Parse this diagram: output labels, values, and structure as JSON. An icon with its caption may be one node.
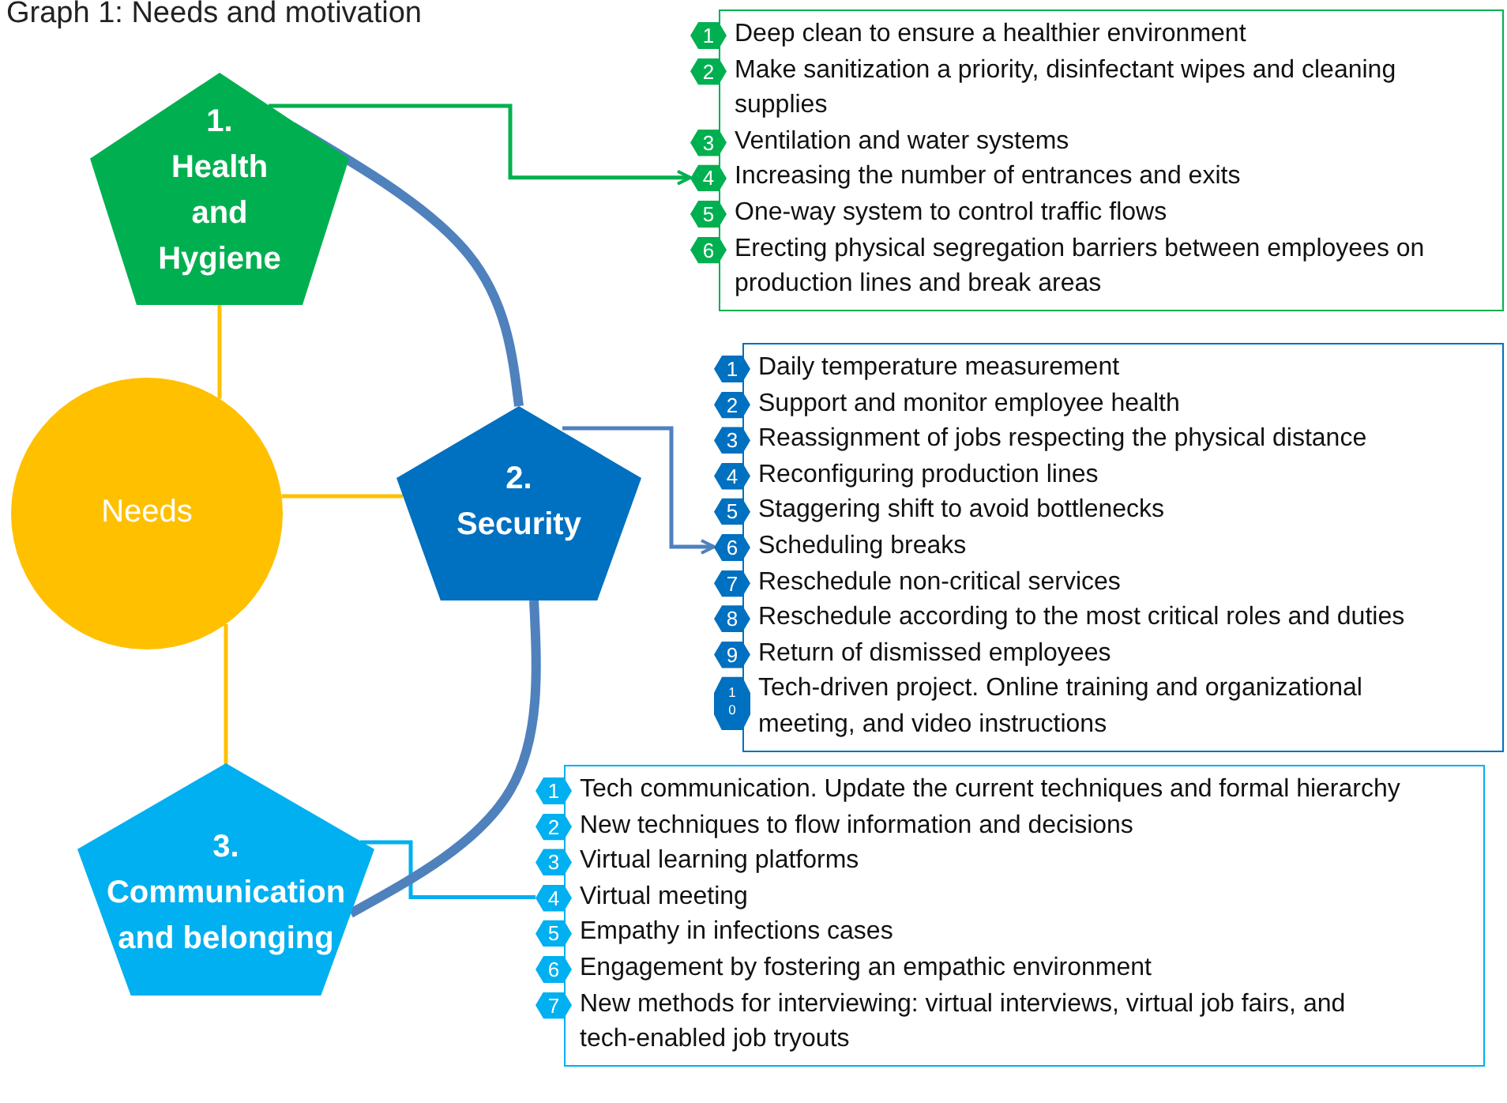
{
  "diagram": {
    "title": "Graph 1: Needs and motivation",
    "nodes": [
      {
        "text": [
          "1. Health and Hygiene"
        ]
      },
      {
        "text": [],
        "shape": "box"
      },
      {
        "text": [
          "Deep clean to ensure a healthier environment"
        ],
        "in": 1,
        "beside": [
          "1"
        ]
      },
      {
        "text": [
          "Make sanitization a priority, disinfectant wipes and cleaning supplies"
        ],
        "in": 1,
        "beside": [
          "2"
        ]
      },
      {
        "text": [
          "Ventilation and water systems"
        ],
        "in": 1,
        "beside": [
          "3"
        ]
      },
      {
        "text": [
          "Increasing the number of entrances and exits"
        ],
        "in": 1,
        "beside": [
          "4"
        ]
      },
      {
        "text": [
          "One-way system to control traffic flows"
        ],
        "in": 1,
        "beside": [
          "5"
        ]
      },
      {
        "text": [
          "Erecting physical segregation barriers between employees on production lines and break areas"
        ],
        "in": 1,
        "beside": [
          "6"
        ]
      },
      {
        "text": [
          "Needs"
        ]
      },
      {
        "text": [
          "2. Security"
        ]
      },
      {
        "text": [],
        "shape": "box"
      },
      {
        "text": [
          "Daily temperature measurement"
        ],
        "in": 10,
        "beside": [
          "1"
        ]
      },
      {
        "text": [
          "Support and monitor employee health"
        ],
        "in": 10,
        "beside": [
          "2"
        ]
      },
      {
        "text": [
          "Reassignment of jobs respecting the physical distance"
        ],
        "in": 10,
        "beside": [
          "3"
        ]
      },
      {
        "text": [
          "Reconfiguring production lines"
        ],
        "in": 10,
        "beside": [
          "4"
        ]
      },
      {
        "text": [
          "Staggering shift to avoid bottlenecks"
        ],
        "in": 10,
        "beside": [
          "5"
        ]
      },
      {
        "text": [
          "Scheduling breaks"
        ],
        "in": 10,
        "beside": [
          "6"
        ]
      },
      {
        "text": [
          "Reschedule non-critical services"
        ],
        "in": 10,
        "beside": [
          "7"
        ]
      },
      {
        "text": [
          "Reschedule according to the most critical roles and duties"
        ],
        "in": 10,
        "beside": [
          "8"
        ]
      },
      {
        "text": [
          "Return of dismissed employees"
        ],
        "in": 10,
        "beside": [
          "9"
        ]
      },
      {
        "text": [
          "Tech-driven project. Online training and organizational meeting, and video instructions"
        ],
        "in": 10,
        "beside": [
          "10"
        ]
      },
      {
        "text": [
          "3. Communication and belonging"
        ]
      },
      {
        "text": [],
        "shape": "box"
      },
      {
        "text": [
          "Tech communication. Update the current techniques and formal hierarchy"
        ],
        "in": 22,
        "beside": [
          "1"
        ]
      },
      {
        "text": [
          "New techniques to flow information and decisions"
        ],
        "in": 22,
        "beside": [
          "2"
        ]
      },
      {
        "text": [
          "Virtual learning platforms"
        ],
        "in": 22,
        "beside": [
          "3"
        ]
      },
      {
        "text": [
          "Virtual meeting"
        ],
        "in": 22,
        "beside": [
          "4"
        ]
      },
      {
        "text": [
          "Empathy in infections cases"
        ],
        "in": 22,
        "beside": [
          "5"
        ]
      },
      {
        "text": [
          "Engagement by fostering an empathic environment"
        ],
        "in": 22,
        "beside": [
          "6"
        ]
      },
      {
        "text": [
          "New methods for interviewing: virtual interviews, virtual job fairs, and tech-enabled job tryouts"
        ],
        "in": 22,
        "beside": [
          "7"
        ]
      }
    ],
    "edges": [
      {
        "from": 8,
        "to": 0,
        "arrow": "none",
        "color": "#ffc000"
      },
      {
        "from": 8,
        "to": 9,
        "arrow": "none",
        "color": "#ffc000"
      },
      {
        "from": 8,
        "to": 21,
        "arrow": "none",
        "color": "#ffc000"
      },
      {
        "from": 0,
        "to": 5,
        "arrow": "to",
        "color": "#00b050"
      },
      {
        "from": 9,
        "to": 16,
        "arrow": "to",
        "color": "#4f81bd"
      },
      {
        "from": 21,
        "to": 26,
        "arrow": "none",
        "color": "#00b0f0"
      },
      {
        "from": 0,
        "to": 9,
        "arrow": "none",
        "style": "thick",
        "color": "#4f81bd"
      },
      {
        "from": 9,
        "to": 21,
        "arrow": "none",
        "style": "thick",
        "color": "#4f81bd"
      }
    ]
  }
}
